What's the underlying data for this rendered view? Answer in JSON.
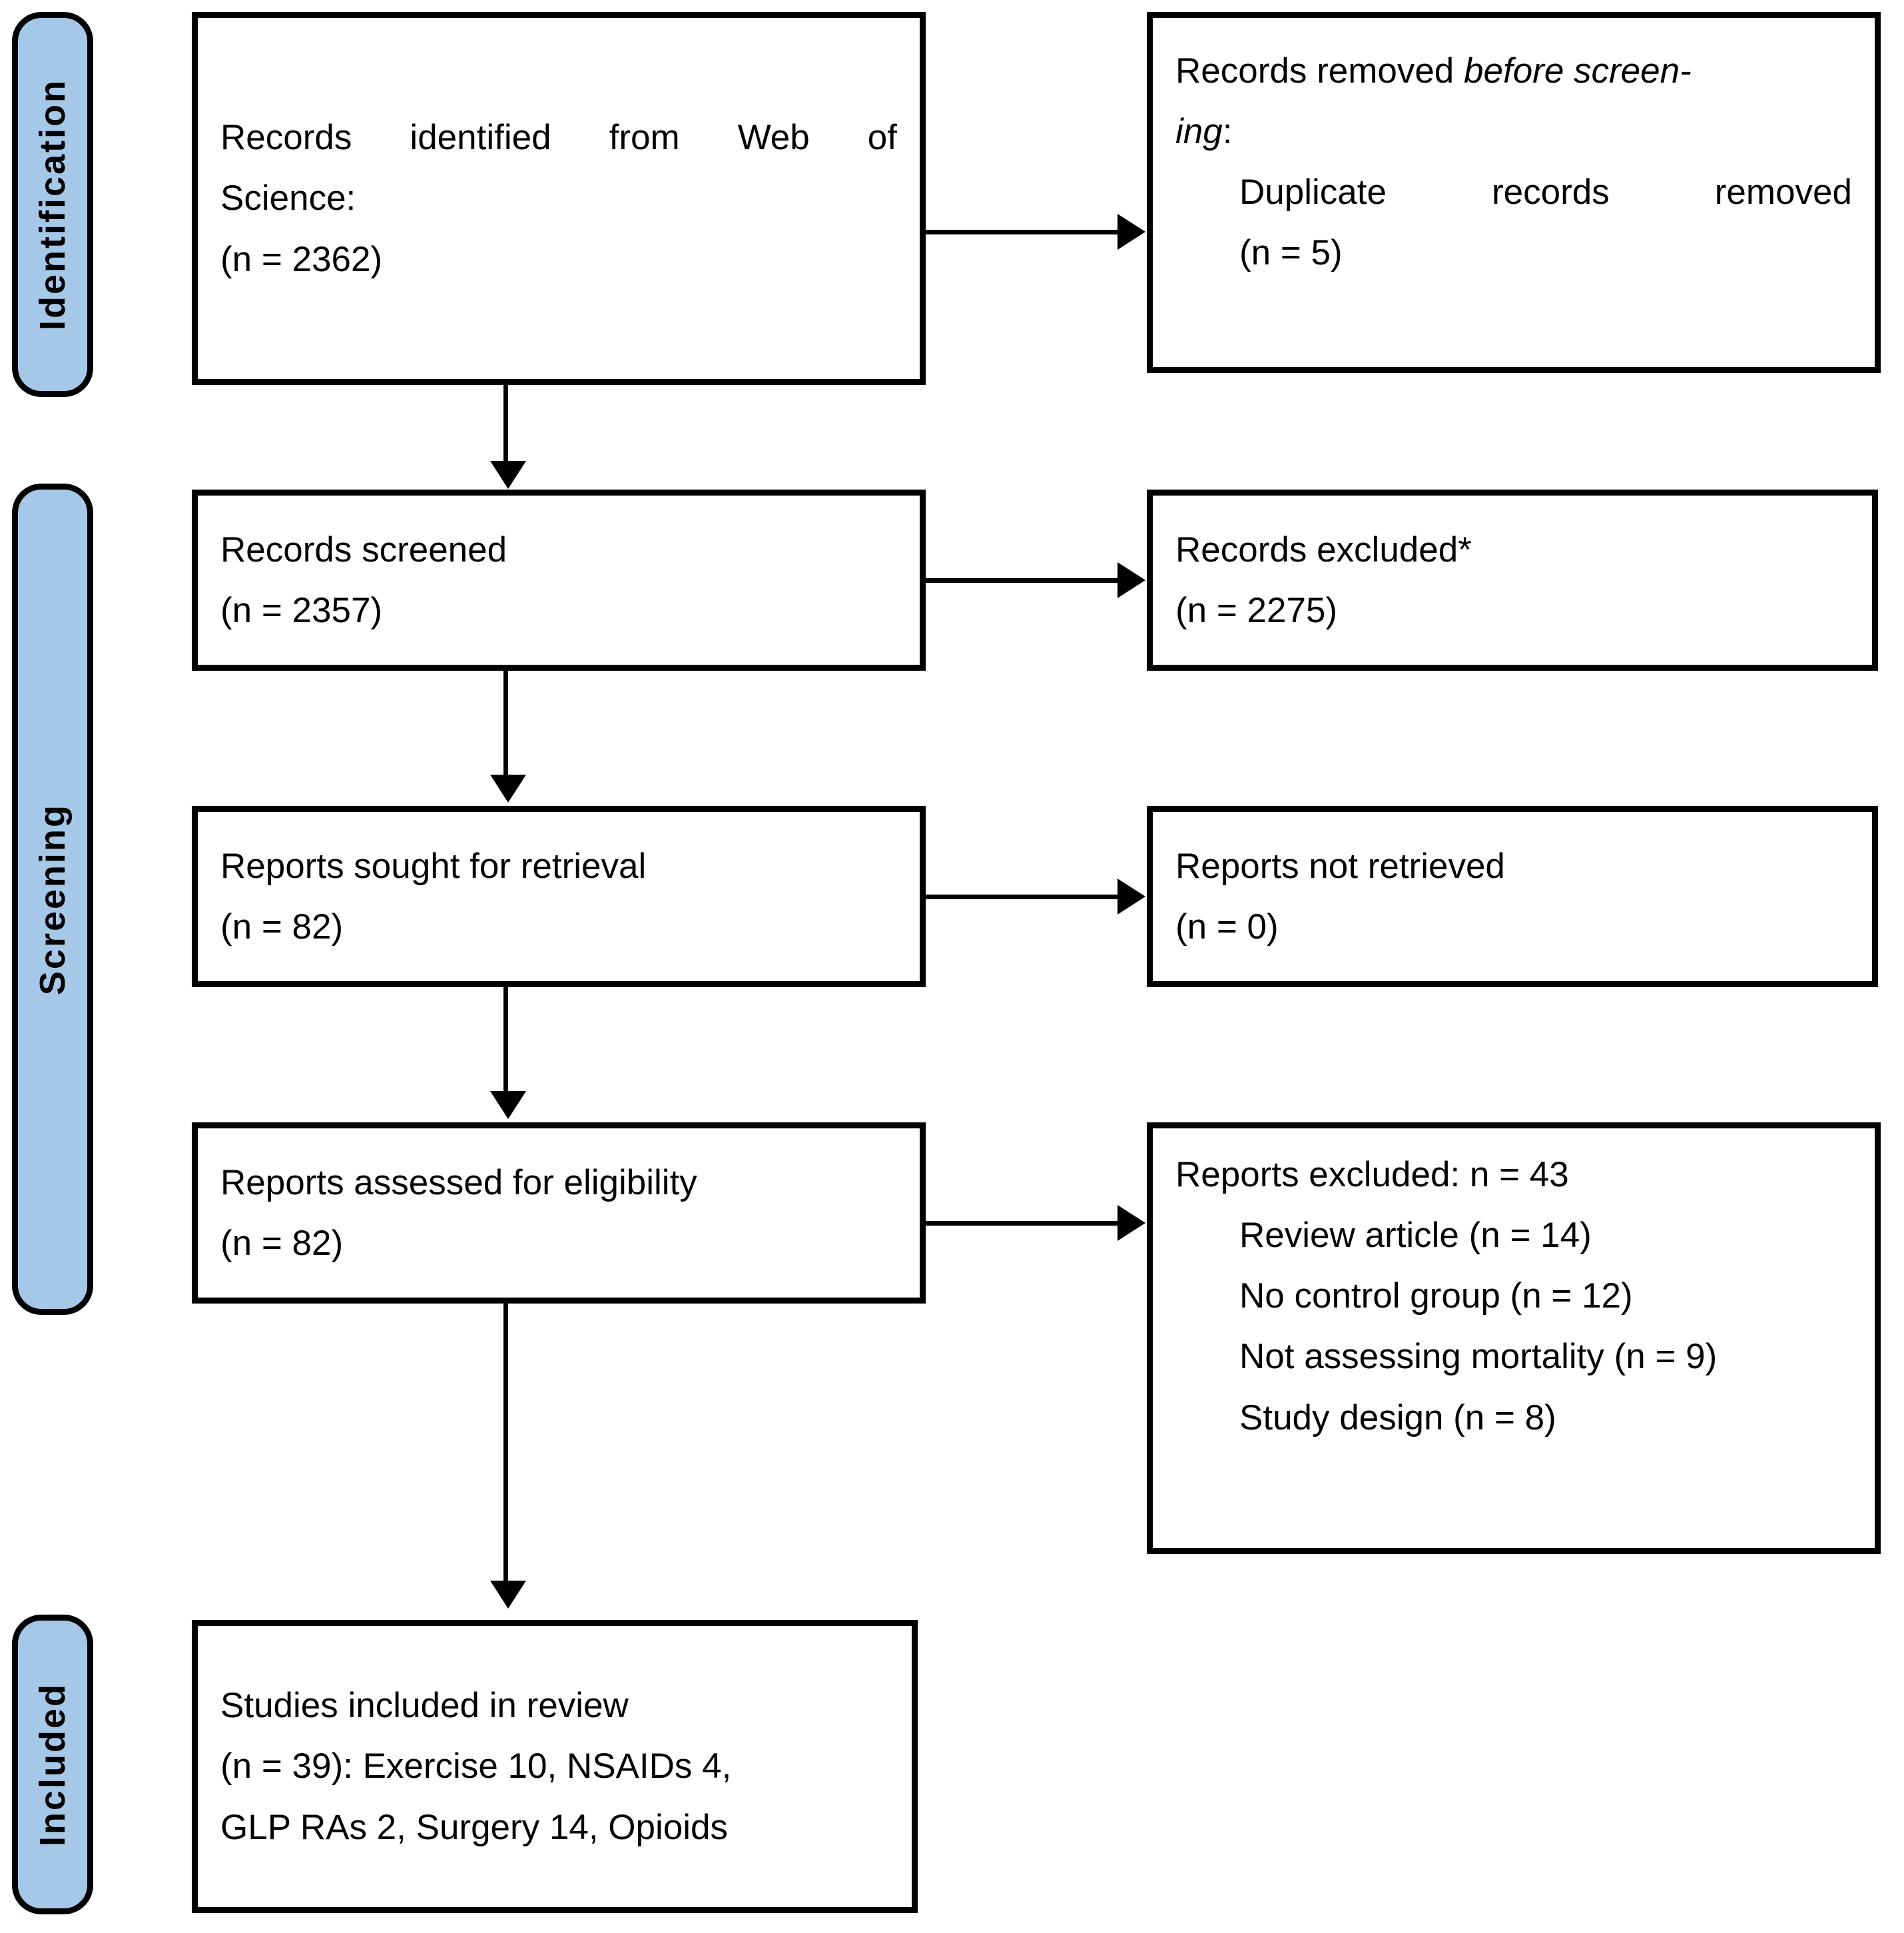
{
  "diagram": {
    "type": "PRISMA flow diagram",
    "stages": [
      {
        "id": "identification",
        "label": "Identification"
      },
      {
        "id": "screening",
        "label": "Screening"
      },
      {
        "id": "included",
        "label": "Included"
      }
    ],
    "boxes": {
      "identified": {
        "line1": "Records identified from Web of",
        "line2": "Science:",
        "line3": "(n = 2362)"
      },
      "removed_before_screening": {
        "line1_prefix": "Records removed ",
        "line1_italic": "before screen-",
        "line2_italic": "ing",
        "line2_suffix": ":",
        "line3": "Duplicate records removed",
        "line4": "(n = 5)"
      },
      "records_screened": {
        "line1": "Records screened",
        "line2": "(n = 2357)"
      },
      "records_excluded": {
        "line1": "Records excluded*",
        "line2": "(n = 2275)"
      },
      "reports_sought": {
        "line1": "Reports sought for retrieval",
        "line2": "(n = 82)"
      },
      "reports_not_retrieved": {
        "line1": "Reports not retrieved",
        "line2": "(n = 0)"
      },
      "reports_assessed": {
        "line1": "Reports assessed for eligibility",
        "line2": "(n = 82)"
      },
      "reports_excluded": {
        "header": "Reports excluded: n = 43",
        "reasons": [
          "Review article (n = 14)",
          "No control group (n = 12)",
          "Not assessing mortality (n = 9)",
          "Study design (n = 8)"
        ]
      },
      "studies_included": {
        "line1": "Studies included in review",
        "line2": "(n = 39): Exercise 10, NSAIDs 4,",
        "line3": "GLP RAs 2, Surgery 14, Opioids"
      }
    },
    "colors": {
      "stage_pill_fill": "#a6c8e8",
      "stroke": "#000000",
      "box_fill": "#ffffff"
    }
  }
}
